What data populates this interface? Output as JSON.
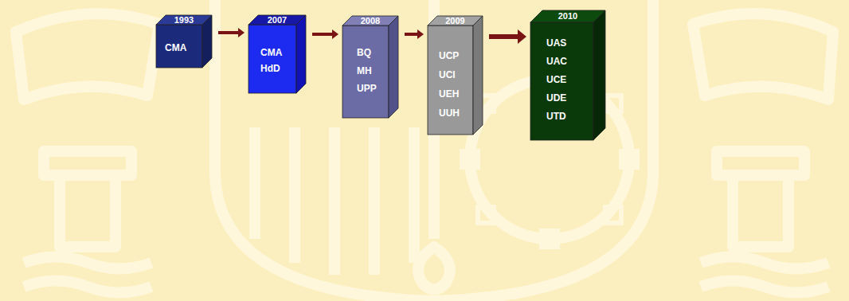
{
  "diagram": {
    "nodes": [
      {
        "text": [
          "1993",
          "CMA"
        ]
      },
      {
        "text": [
          "2007",
          "CMA",
          "HdD"
        ]
      },
      {
        "text": [
          "2008",
          "BQ",
          "MH",
          "UPP"
        ]
      },
      {
        "text": [
          "2009",
          "UCP",
          "UCI",
          "UEH",
          "UUH"
        ]
      },
      {
        "text": [
          "2010",
          "UAS",
          "UAC",
          "UCE",
          "UDE",
          "UTD"
        ]
      }
    ],
    "edges": [
      {
        "from": 0,
        "to": 1,
        "arrow": "to"
      },
      {
        "from": 1,
        "to": 2,
        "arrow": "to"
      },
      {
        "from": 2,
        "to": 3,
        "arrow": "to"
      },
      {
        "from": 3,
        "to": 4,
        "arrow": "to"
      }
    ]
  }
}
